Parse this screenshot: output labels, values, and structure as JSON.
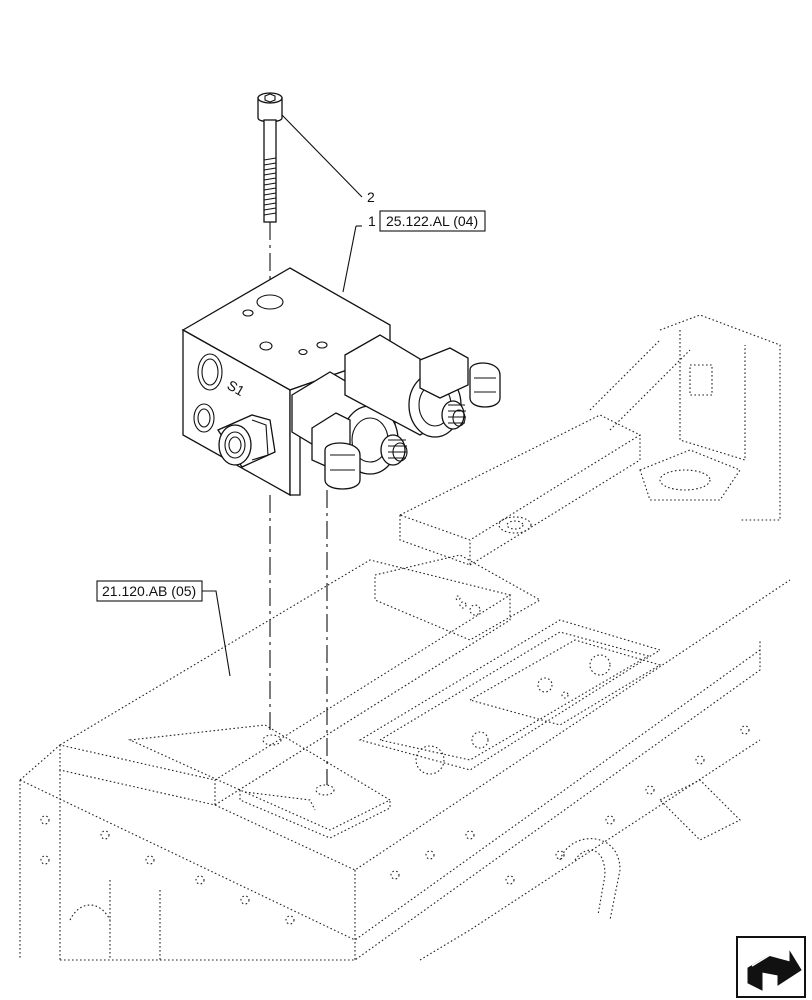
{
  "callouts": {
    "item_1": {
      "number": "1",
      "reference": "25.122.AL (04)"
    },
    "item_2": {
      "number": "2"
    },
    "frame_ref": {
      "reference": "21.120.AB (05)"
    }
  },
  "nav_icon": "next-page-arrow-icon"
}
